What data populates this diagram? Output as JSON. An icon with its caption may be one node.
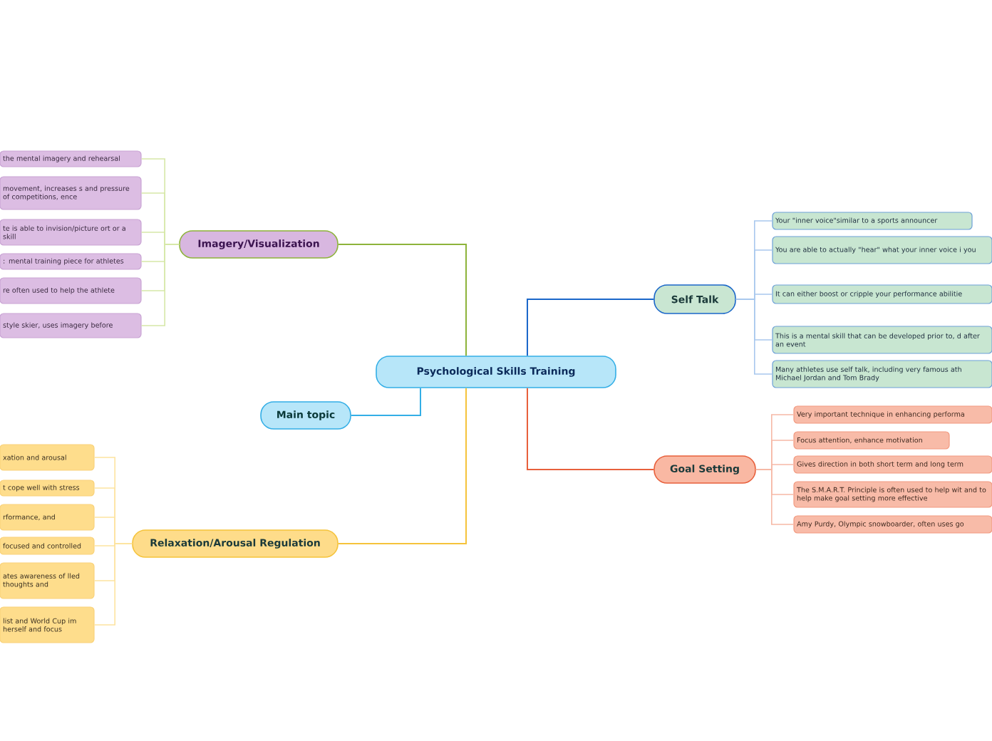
{
  "diagram": {
    "nodes": [
      {
        "text": [
          "Psychological Skills Training"
        ]
      },
      {
        "text": [
          "Imagery/Visualization"
        ]
      },
      {
        "text": [
          "the mental imagery and rehearsal"
        ]
      },
      {
        "text": [
          "movement, increases s and pressure of competitions, ence"
        ]
      },
      {
        "text": [
          "te is able to invision/picture ort or a skill"
        ]
      },
      {
        "text": [
          ": mental training piece for athletes"
        ]
      },
      {
        "text": [
          "re often used to help the athlete"
        ]
      },
      {
        "text": [
          "style skier, uses imagery before"
        ]
      },
      {
        "text": [
          "Main topic"
        ]
      },
      {
        "text": [
          "Relaxation/Arousal Regulation"
        ]
      },
      {
        "text": [
          "xation and arousal"
        ]
      },
      {
        "text": [
          "t cope well with stress"
        ]
      },
      {
        "text": [
          "rformance, and"
        ]
      },
      {
        "text": [
          "focused and controlled"
        ]
      },
      {
        "text": [
          "ates awareness of lled thoughts and"
        ]
      },
      {
        "text": [
          "list and World Cup im herself and focus"
        ]
      },
      {
        "text": [
          "Self Talk"
        ]
      },
      {
        "text": [
          "Your \"inner voice\"similar to a sports announcer"
        ]
      },
      {
        "text": [
          "You are able to actually \"hear\" what your inner voice i you"
        ]
      },
      {
        "text": [
          "It can either boost or cripple your performance abilitie"
        ]
      },
      {
        "text": [
          "This is a mental skill that can be developed prior to, d after an event"
        ]
      },
      {
        "text": [
          "Many athletes use self talk, including very famous ath Michael Jordan and Tom Brady"
        ]
      },
      {
        "text": [
          "Goal Setting"
        ]
      },
      {
        "text": [
          "Very important technique in enhancing performa"
        ]
      },
      {
        "text": [
          "Focus attention, enhance motivation"
        ]
      },
      {
        "text": [
          "Gives direction in both short term and long term"
        ]
      },
      {
        "text": [
          "The S.M.A.R.T. Principle is often used to help wit and to help make goal setting more effective"
        ]
      },
      {
        "text": [
          "Amy Purdy, Olympic snowboarder, often uses go"
        ]
      }
    ],
    "edges": [
      {
        "from": 0,
        "to": 1,
        "arrow": "none",
        "color": "#8db33a"
      },
      {
        "from": 0,
        "to": 8,
        "arrow": "none",
        "color": "#33aee6"
      },
      {
        "from": 0,
        "to": 9,
        "arrow": "none",
        "color": "#f5c33b"
      },
      {
        "from": 0,
        "to": 16,
        "arrow": "none",
        "color": "#1b67c9"
      },
      {
        "from": 0,
        "to": 22,
        "arrow": "none",
        "color": "#e8603c"
      },
      {
        "from": 1,
        "to": 2,
        "arrow": "none",
        "color": "#d6e8a8"
      },
      {
        "from": 1,
        "to": 3,
        "arrow": "none",
        "color": "#d6e8a8"
      },
      {
        "from": 1,
        "to": 4,
        "arrow": "none",
        "color": "#d6e8a8"
      },
      {
        "from": 1,
        "to": 5,
        "arrow": "none",
        "color": "#d6e8a8"
      },
      {
        "from": 1,
        "to": 6,
        "arrow": "none",
        "color": "#d6e8a8"
      },
      {
        "from": 1,
        "to": 7,
        "arrow": "none",
        "color": "#d6e8a8"
      },
      {
        "from": 9,
        "to": 10,
        "arrow": "none",
        "color": "#fde3a0"
      },
      {
        "from": 9,
        "to": 11,
        "arrow": "none",
        "color": "#fde3a0"
      },
      {
        "from": 9,
        "to": 12,
        "arrow": "none",
        "color": "#fde3a0"
      },
      {
        "from": 9,
        "to": 13,
        "arrow": "none",
        "color": "#fde3a0"
      },
      {
        "from": 9,
        "to": 14,
        "arrow": "none",
        "color": "#fde3a0"
      },
      {
        "from": 9,
        "to": 15,
        "arrow": "none",
        "color": "#fde3a0"
      },
      {
        "from": 16,
        "to": 17,
        "arrow": "none",
        "color": "#a9c8ee"
      },
      {
        "from": 16,
        "to": 18,
        "arrow": "none",
        "color": "#a9c8ee"
      },
      {
        "from": 16,
        "to": 19,
        "arrow": "none",
        "color": "#a9c8ee"
      },
      {
        "from": 16,
        "to": 20,
        "arrow": "none",
        "color": "#a9c8ee"
      },
      {
        "from": 16,
        "to": 21,
        "arrow": "none",
        "color": "#a9c8ee"
      },
      {
        "from": 22,
        "to": 23,
        "arrow": "none",
        "color": "#f6b9a6"
      },
      {
        "from": 22,
        "to": 24,
        "arrow": "none",
        "color": "#f6b9a6"
      },
      {
        "from": 22,
        "to": 25,
        "arrow": "none",
        "color": "#f6b9a6"
      },
      {
        "from": 22,
        "to": 26,
        "arrow": "none",
        "color": "#f6b9a6"
      },
      {
        "from": 22,
        "to": 27,
        "arrow": "none",
        "color": "#f6b9a6"
      }
    ]
  }
}
